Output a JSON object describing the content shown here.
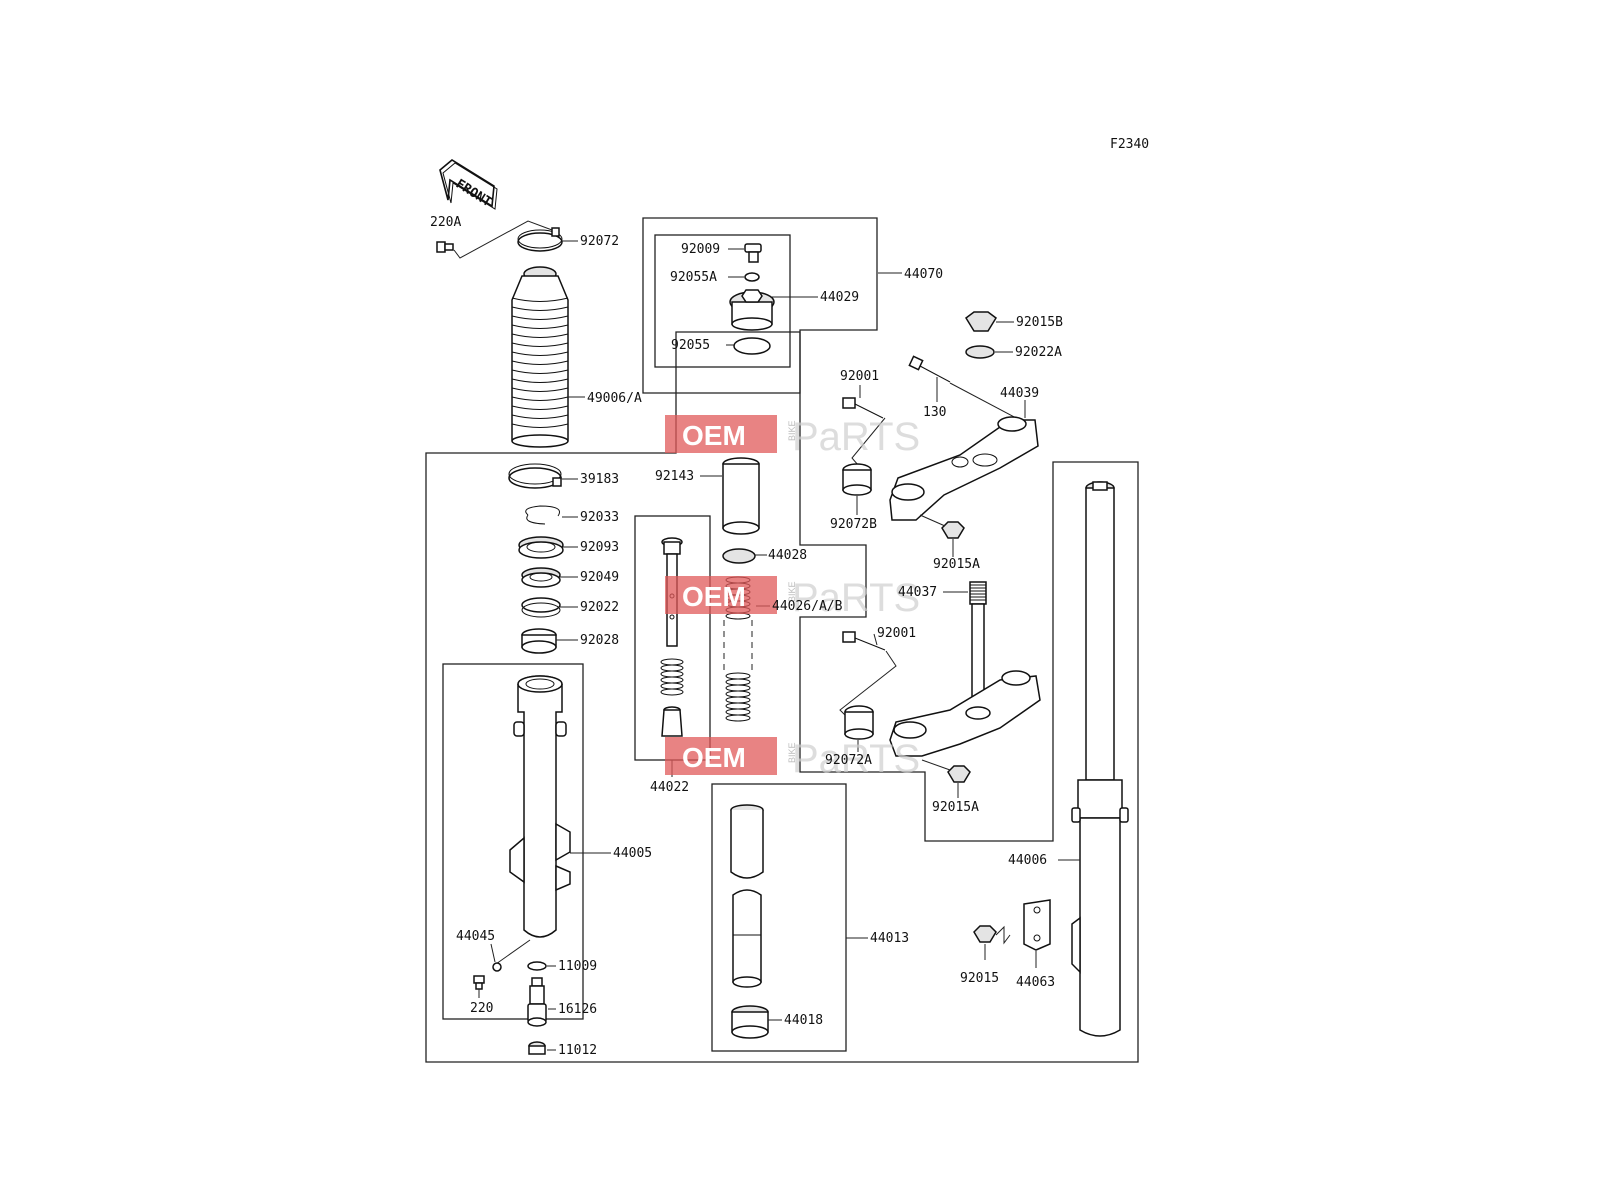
{
  "figure_code": "F2340",
  "front_label": "FRONT",
  "watermark": {
    "brand": "OEM",
    "mid": "BIKE",
    "tail": "PaRTS"
  },
  "parts": {
    "p220A": "220A",
    "p92072": "92072",
    "p92009": "92009",
    "p92055A": "92055A",
    "p44029": "44029",
    "p44070": "44070",
    "p92055": "92055",
    "p92015B": "92015B",
    "p92022A": "92022A",
    "p92001a": "92001",
    "p44039": "44039",
    "p130": "130",
    "p49006A": "49006/A",
    "p39183": "39183",
    "p92143": "92143",
    "p92033": "92033",
    "p92093": "92093",
    "p44028": "44028",
    "p92072B": "92072B",
    "p92015Aa": "92015A",
    "p92049": "92049",
    "p44037": "44037",
    "p44026AB": "44026/A/B",
    "p92022": "92022",
    "p92001b": "92001",
    "p92028": "92028",
    "p92072A": "92072A",
    "p44022": "44022",
    "p92015Ab": "92015A",
    "p44005": "44005",
    "p44006": "44006",
    "p44013": "44013",
    "p44045": "44045",
    "p11009": "11009",
    "p92015": "92015",
    "p44063": "44063",
    "p220": "220",
    "p16126": "16126",
    "p44018": "44018",
    "p11012": "11012"
  }
}
